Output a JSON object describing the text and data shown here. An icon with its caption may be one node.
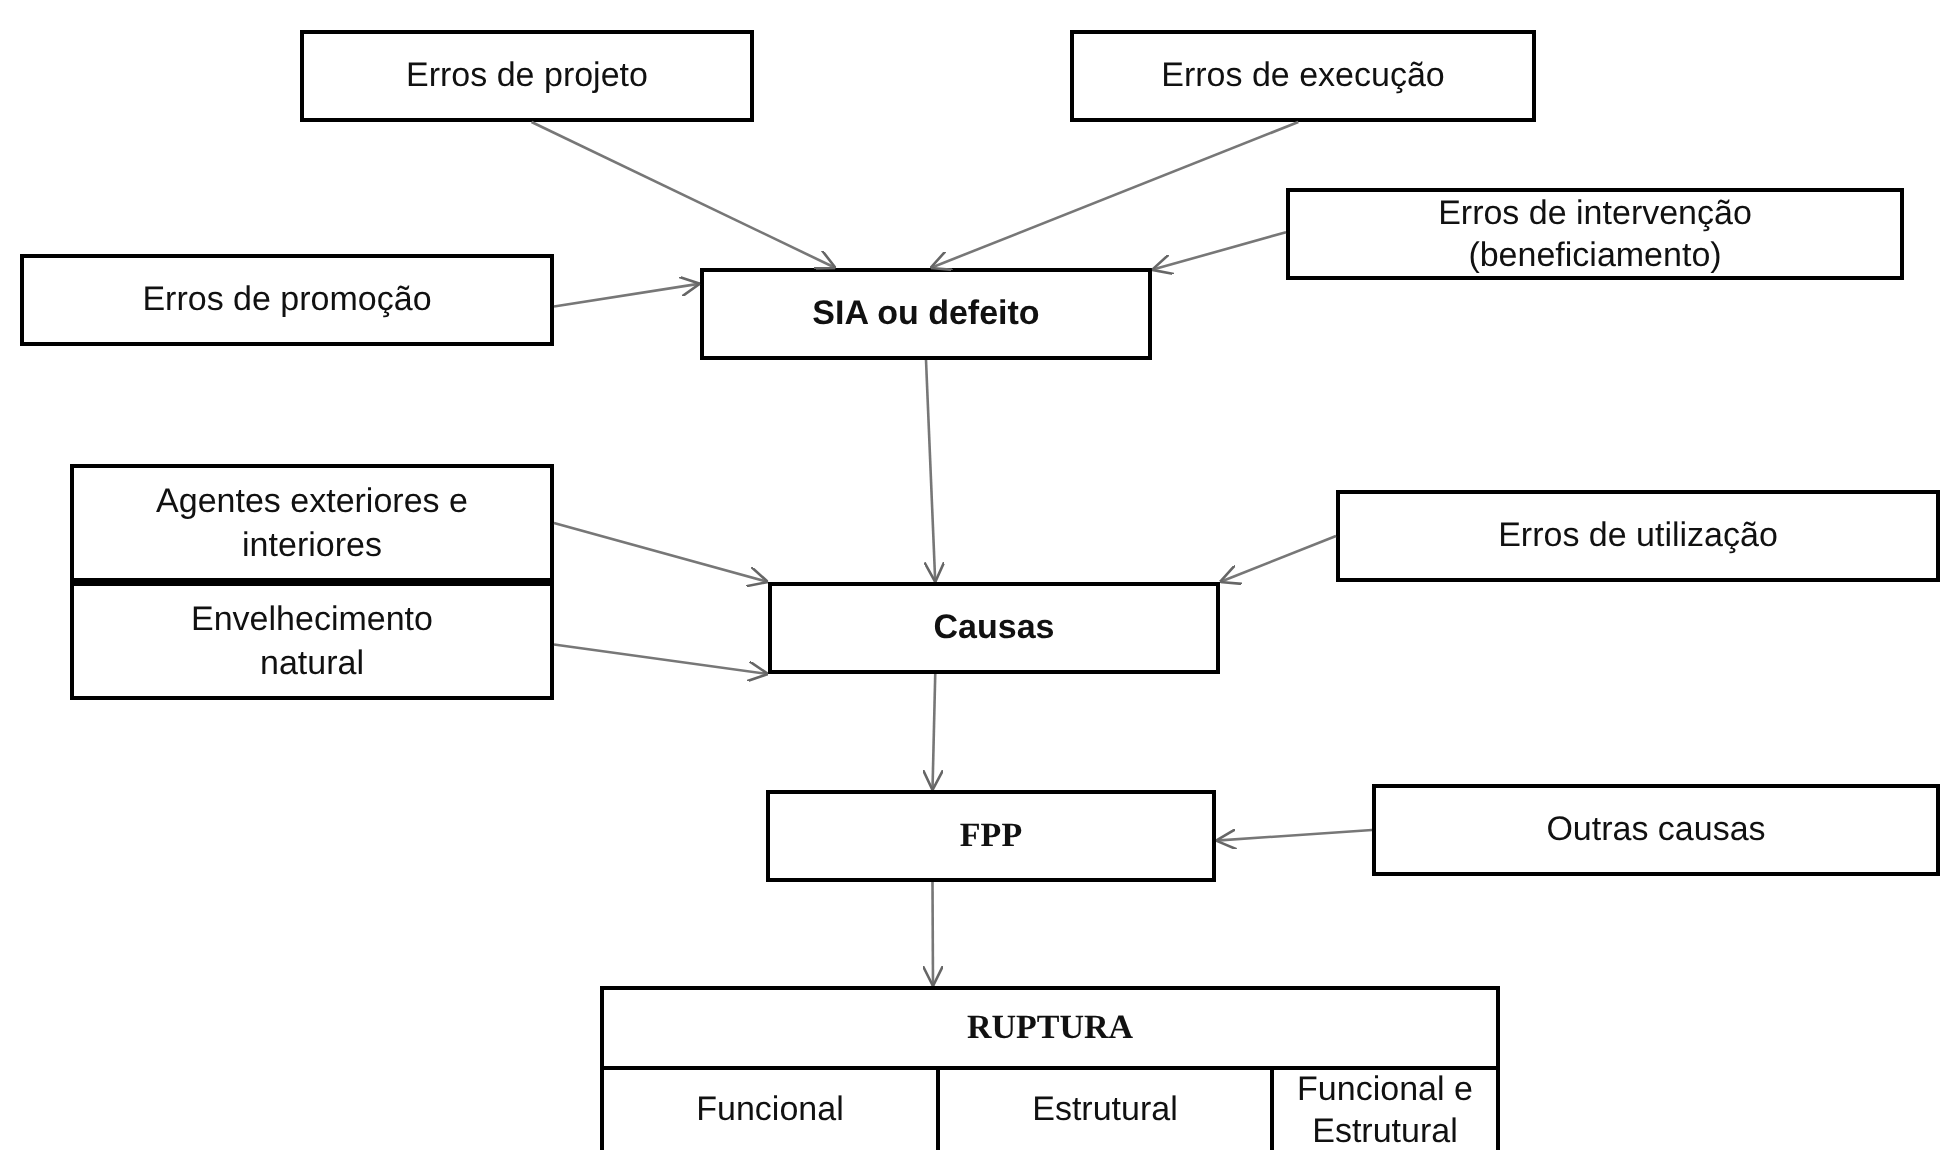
{
  "diagram": {
    "nodes": [
      {
        "text": [
          "Erros de projeto"
        ]
      },
      {
        "text": [
          "Erros de execução"
        ]
      },
      {
        "text": [
          "Erros de promoção"
        ]
      },
      {
        "text": [
          "Erros de intervenção (beneficiamento)"
        ]
      },
      {
        "text": [
          "SIA ou defeito"
        ]
      },
      {
        "text": [
          "Agentes exteriores e interiores"
        ]
      },
      {
        "text": [
          "Envelhecimento natural"
        ]
      },
      {
        "text": [
          "Erros de utilização"
        ]
      },
      {
        "text": [
          "Causas"
        ]
      },
      {
        "text": [
          "Outras causas"
        ]
      },
      {
        "text": [
          "FPP"
        ]
      },
      {
        "text": [
          "RUPTURA"
        ]
      },
      {
        "text": [
          "Funcional"
        ],
        "in": 11
      },
      {
        "text": [
          "Estrutural"
        ],
        "in": 11
      },
      {
        "text": [
          "Funcional e Estrutural"
        ],
        "in": 11
      }
    ],
    "edges": [
      {
        "from": 0,
        "to": 4,
        "arrow": "to"
      },
      {
        "from": 1,
        "to": 4,
        "arrow": "to"
      },
      {
        "from": 2,
        "to": 4,
        "arrow": "to"
      },
      {
        "from": 3,
        "to": 4,
        "arrow": "to"
      },
      {
        "from": 4,
        "to": 8,
        "arrow": "to"
      },
      {
        "from": 5,
        "to": 8,
        "arrow": "to"
      },
      {
        "from": 6,
        "to": 8,
        "arrow": "to"
      },
      {
        "from": 7,
        "to": 8,
        "arrow": "to"
      },
      {
        "from": 8,
        "to": 10,
        "arrow": "to"
      },
      {
        "from": 9,
        "to": 10,
        "arrow": "to"
      },
      {
        "from": 10,
        "to": 11,
        "arrow": "to"
      }
    ]
  }
}
